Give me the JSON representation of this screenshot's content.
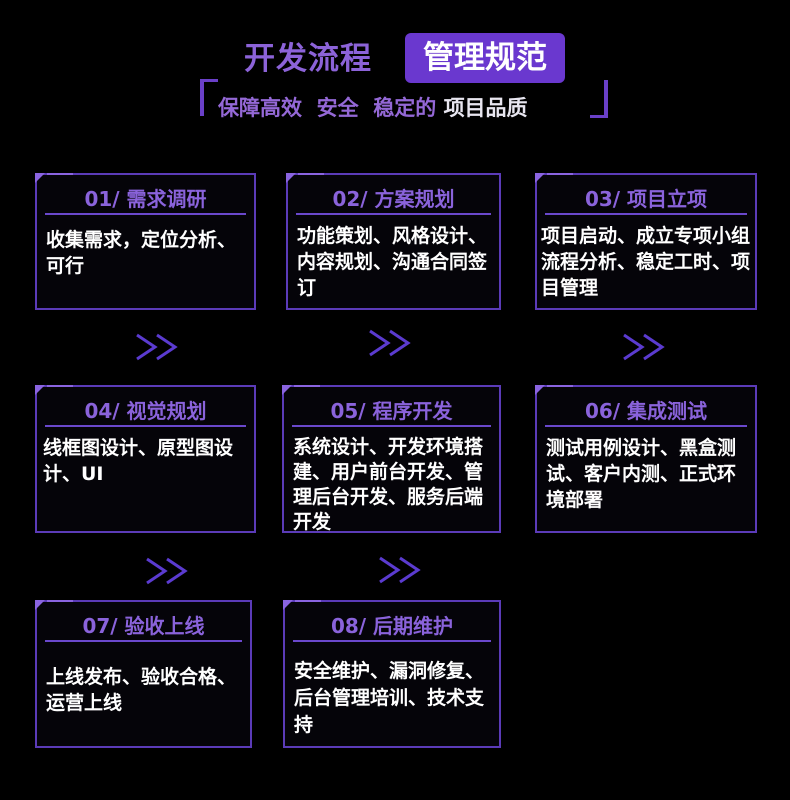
{
  "header": {
    "title": "开发流程",
    "pill": "管理规范",
    "sub_part1": "保障高效  安全  稳定的 ",
    "sub_highlight": "项目品质"
  },
  "steps": [
    {
      "title": "01/ 需求调研",
      "body": "收集需求，定位分析、可行"
    },
    {
      "title": "02/ 方案规划",
      "body": "功能策划、风格设计、内容规划、沟通合同签订"
    },
    {
      "title": "03/ 项目立项",
      "body": "项目启动、成立专项小组流程分析、稳定工时、项目管理"
    },
    {
      "title": "04/ 视觉规划",
      "body": "线框图设计、原型图设计、UI"
    },
    {
      "title": "05/ 程序开发",
      "body": "系统设计、开发环境搭建、用户前台开发、管理后台开发、服务后端开发"
    },
    {
      "title": "06/ 集成测试",
      "body": "测试用例设计、黑盒测试、客户内测、正式环境部署"
    },
    {
      "title": "07/ 验收上线",
      "body": "上线发布、验收合格、运营上线"
    },
    {
      "title": "08/ 后期维护",
      "body": "安全维护、漏洞修复、后台管理培训、技术支持"
    }
  ],
  "colors": {
    "accent": "#6a38cf",
    "title_purple": "#8a63db",
    "border": "#5b3bb8",
    "background": "#000000"
  },
  "arrow_icon": "double-chevron-right-icon"
}
